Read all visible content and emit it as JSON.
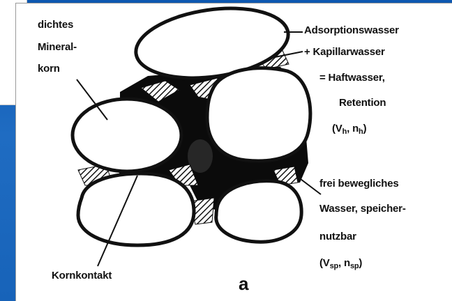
{
  "diagram": {
    "labels": {
      "dense_grain_line1": "dichtes",
      "dense_grain_line2": "Mineral-",
      "dense_grain_line3": "korn",
      "adsorption": "Adsorptionswasser",
      "capillary": "+ Kapillarwasser",
      "retained": "= Haftwasser,",
      "retention": "Retention",
      "retention_symbols": {
        "open": "(V",
        "v_sub": "h",
        "mid": ", n",
        "n_sub": "h",
        "close": ")"
      },
      "free_water_line1": "frei bewegliches",
      "free_water_line2": "Wasser, speicher-",
      "free_water_line3": "nutzbar",
      "free_symbols": {
        "open": "(V",
        "v_sub": "sp",
        "mid": ", n",
        "n_sub": "sp",
        "close": ")"
      },
      "grain_contact": "Kornkontakt",
      "panel_letter": "a"
    }
  }
}
